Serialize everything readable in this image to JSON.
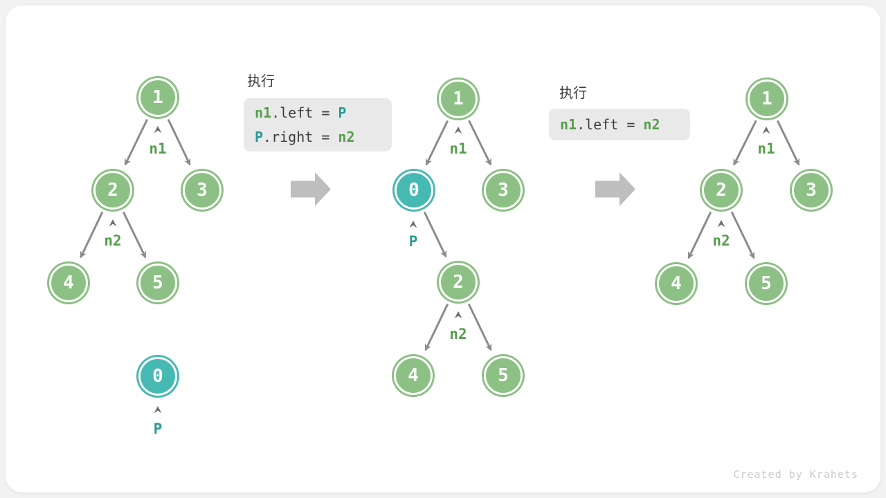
{
  "colors": {
    "node_green": "#8cc084",
    "node_teal": "#46b9b2",
    "label_green": "#559e4d",
    "label_teal": "#2a9b94",
    "edge_gray": "#8b8b8b",
    "big_arrow_gray": "#bebebe",
    "code_bg": "#e9e9e9",
    "code_text": "#3f3f3f"
  },
  "steps": {
    "before": {
      "nodes": {
        "n1": "1",
        "n2": "2",
        "n3": "3",
        "n4": "4",
        "n5": "5",
        "p": "0"
      },
      "pointers": {
        "n1": "n1",
        "n2": "n2",
        "p": "P"
      }
    },
    "insert": {
      "exec_title": "执行",
      "code_line1": {
        "v1": "n1",
        "mid": ".left = ",
        "v2": "P"
      },
      "code_line2": {
        "v1": "P",
        "mid": ".right = ",
        "v2": "n2"
      },
      "nodes": {
        "n1": "1",
        "p": "0",
        "n3": "3",
        "n2": "2",
        "n4": "4",
        "n5": "5"
      },
      "pointers": {
        "n1": "n1",
        "p": "P",
        "n2": "n2"
      }
    },
    "remove": {
      "exec_title": "执行",
      "code_line1": {
        "v1": "n1",
        "mid": ".left = ",
        "v2": "n2"
      },
      "nodes": {
        "n1": "1",
        "n2": "2",
        "n3": "3",
        "n4": "4",
        "n5": "5"
      },
      "pointers": {
        "n1": "n1",
        "n2": "n2"
      }
    }
  },
  "watermark": "Created by Krahets"
}
